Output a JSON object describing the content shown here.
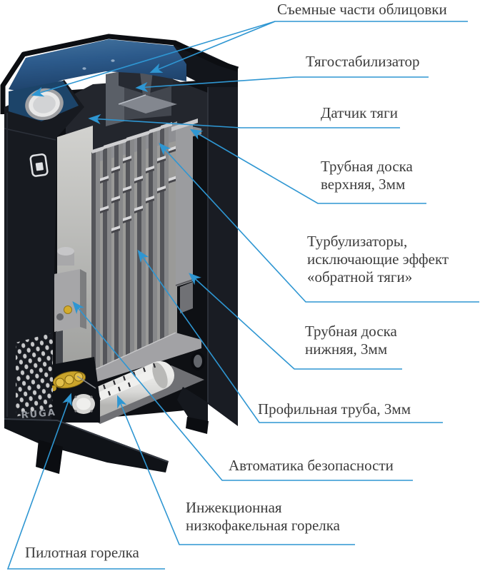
{
  "diagram": {
    "subject": "gas-boiler-cutaway",
    "background": "#ffffff"
  },
  "brand": {
    "logo_text": "RUGA"
  },
  "colors": {
    "leader_line": "#2e96d2",
    "label_text": "#3c3c3c",
    "top_cover_blue": "#2c5a8b",
    "body_dark": "#171a20",
    "interior_gray": "#a9a9ab",
    "burner_white": "#dcdcda",
    "brass_yellow": "#d4ac2c",
    "background": "#ffffff"
  },
  "labels": [
    {
      "id": "removable-casing-parts",
      "lines": [
        "Съемные части облицовки"
      ]
    },
    {
      "id": "draft-stabilizer",
      "lines": [
        "Тягостабилизатор"
      ]
    },
    {
      "id": "draft-sensor",
      "lines": [
        "Датчик тяги"
      ]
    },
    {
      "id": "upper-tube-plate",
      "lines": [
        "Трубная доска",
        "верхняя, 3мм"
      ]
    },
    {
      "id": "turbulators",
      "lines": [
        "Турбулизаторы,",
        "исключающие эффект",
        "«обратной тяги»"
      ]
    },
    {
      "id": "lower-tube-plate",
      "lines": [
        "Трубная доска",
        "нижняя, 3мм"
      ]
    },
    {
      "id": "profile-tube",
      "lines": [
        "Профильная труба, 3мм"
      ]
    },
    {
      "id": "safety-automatics",
      "lines": [
        "Автоматика безопасности"
      ]
    },
    {
      "id": "injection-burner",
      "lines": [
        "Инжекционная",
        "низкофакельная горелка"
      ]
    },
    {
      "id": "pilot-burner",
      "lines": [
        "Пилотная горелка"
      ]
    }
  ]
}
